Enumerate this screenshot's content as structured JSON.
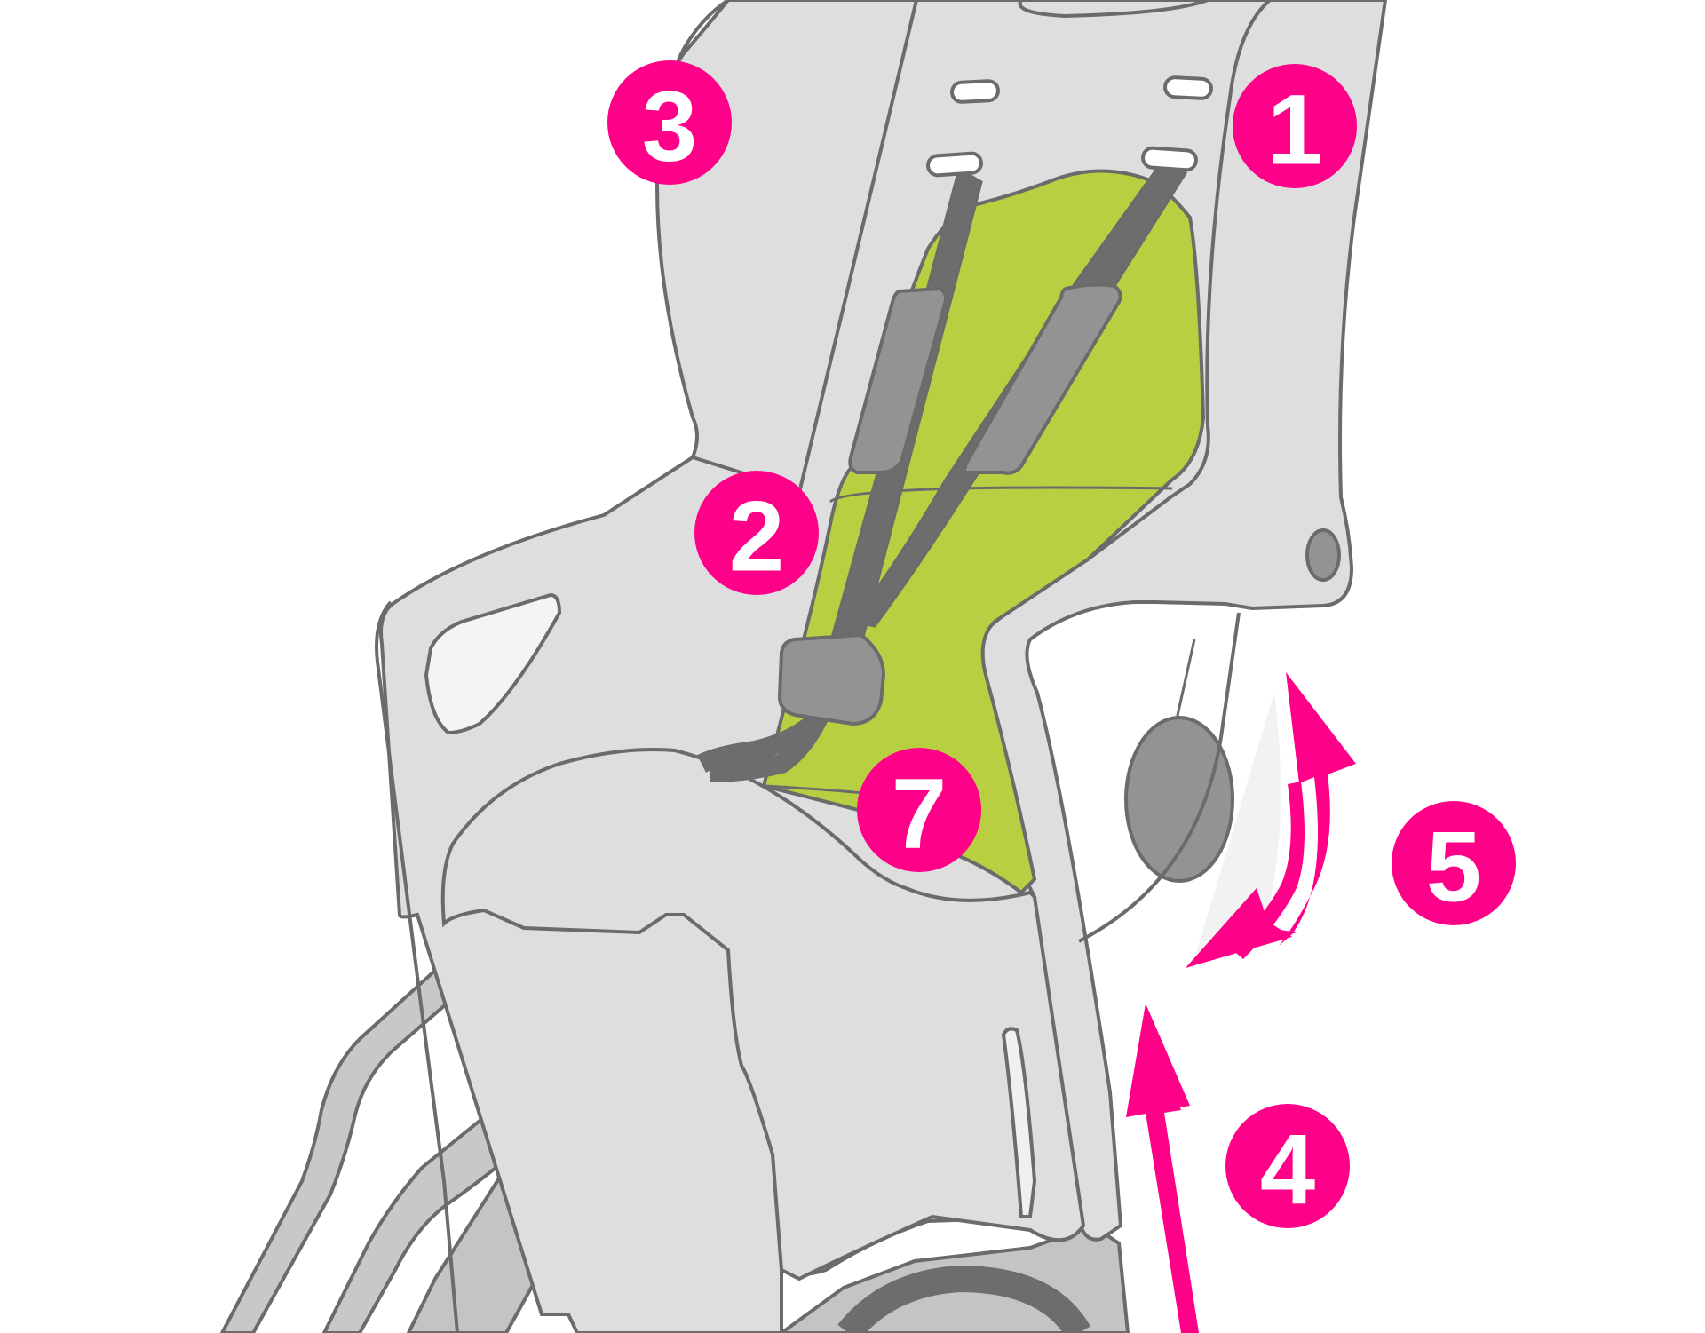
{
  "colors": {
    "shell": "#dedede",
    "outline": "#6b6b6b",
    "padding": "#b8cf41",
    "strap": "#6d6d6e",
    "buckle": "#939393",
    "frame": "#c4c4c4",
    "accent": "#ff0088",
    "label_text": "#ffffff"
  },
  "labels": [
    {
      "id": "1",
      "text": "1"
    },
    {
      "id": "2",
      "text": "2"
    },
    {
      "id": "3",
      "text": "3"
    },
    {
      "id": "4",
      "text": "4"
    },
    {
      "id": "5",
      "text": "5"
    },
    {
      "id": "7",
      "text": "7"
    }
  ]
}
